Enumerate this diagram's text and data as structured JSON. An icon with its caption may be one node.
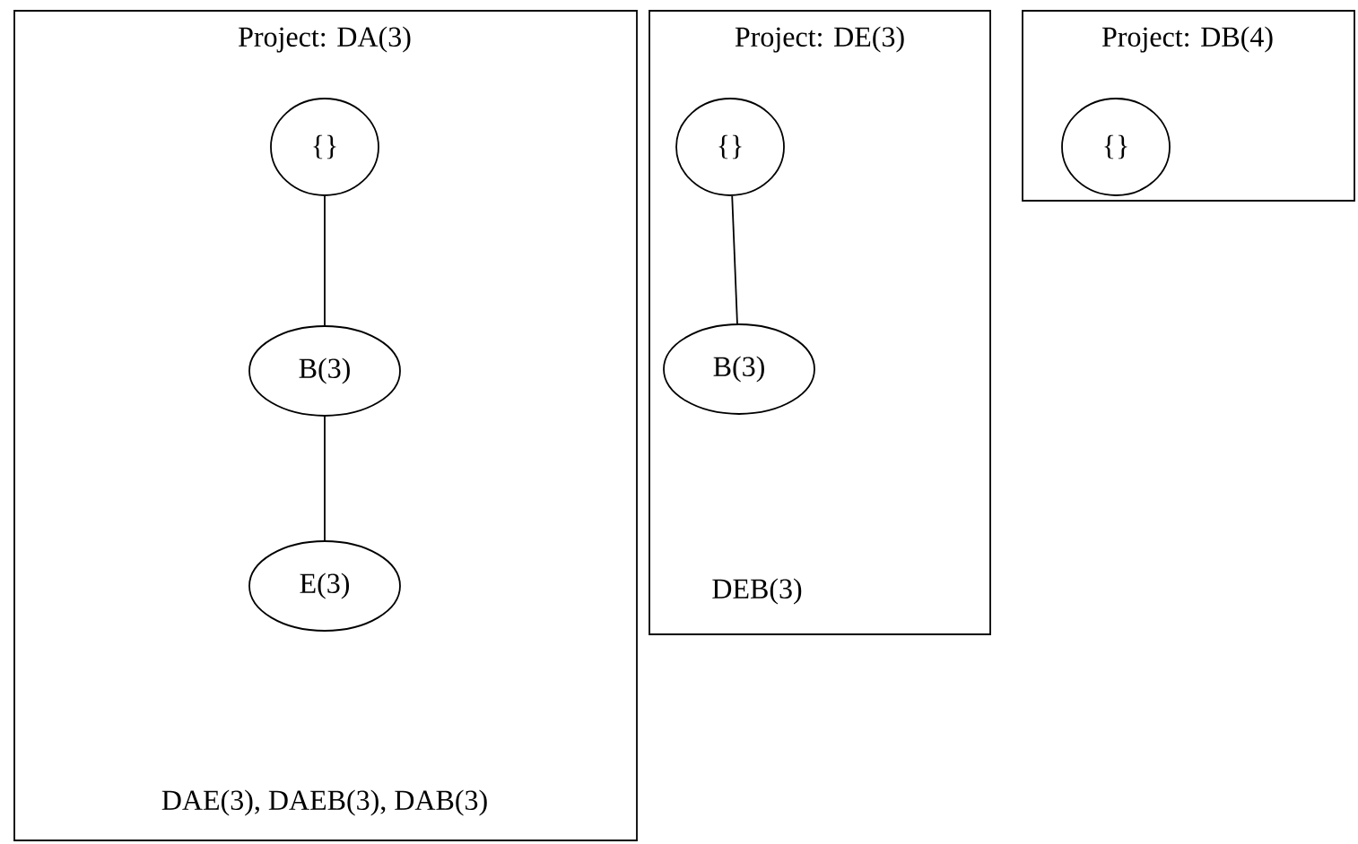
{
  "diagram": {
    "nodes": [
      {
        "text": [
          "Project: DA(3)",
          "DAE(3), DAEB(3), DAB(3)"
        ]
      },
      {
        "text": [
          "{}"
        ],
        "in": 0
      },
      {
        "text": [
          "B(3)"
        ],
        "in": 0
      },
      {
        "text": [
          "E(3)"
        ],
        "in": 0
      },
      {
        "text": [
          "Project: DE(3)",
          "DEB(3)"
        ]
      },
      {
        "text": [
          "{}"
        ],
        "in": 4
      },
      {
        "text": [
          "B(3)"
        ],
        "in": 4
      },
      {
        "text": [
          "Project: DB(4)"
        ]
      },
      {
        "text": [
          "{}"
        ],
        "in": 7
      }
    ],
    "edges": [
      {
        "from": 1,
        "to": 2,
        "arrow": "none"
      },
      {
        "from": 2,
        "to": 3,
        "arrow": "none"
      },
      {
        "from": 5,
        "to": 6,
        "arrow": "none"
      }
    ]
  }
}
